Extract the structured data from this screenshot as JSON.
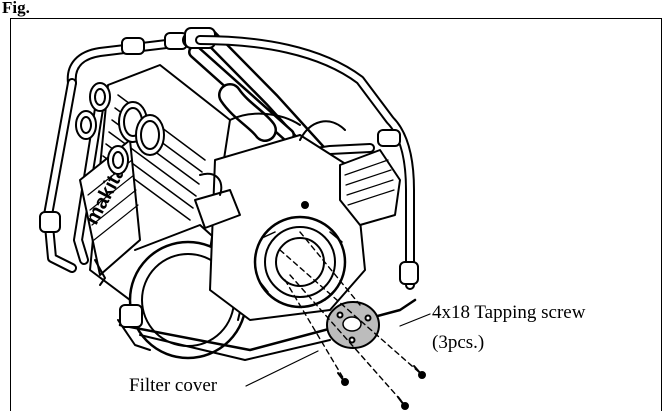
{
  "figure": {
    "label": "Fig.",
    "callouts": {
      "tapping_screw": "4x18 Tapping screw",
      "quantity": "(3pcs.)",
      "filter_cover": "Filter cover"
    },
    "brand_logo_text": "makita"
  }
}
